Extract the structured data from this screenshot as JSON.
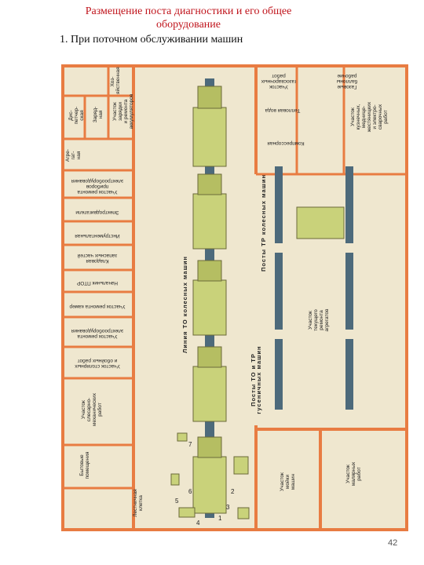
{
  "title": "Размещение поста диагностики и его общее\nоборудование",
  "subtitle": "1. При поточном обслуживании машин",
  "page_number": "42",
  "colors": {
    "wall": "#e87c42",
    "floor": "#efe7cf",
    "vehicle": "#c9d27a",
    "conveyor": "#4d6a7b"
  },
  "rooms_left": [
    "Хоз-\nяйственная",
    "Дис-\nпетчер-\nская",
    "Заряд-\nная",
    "Участок\nзарядки\nи ремонта\nаккумуляторов",
    "Агре-\nгат-\nная",
    "Участок ремонта\nприборов\nэлектрооборудования",
    "Электродвигатели",
    "Инструментальная",
    "Кладовая\nзапасных частей",
    "Начальник ПТОР",
    "Участок ремонта камер",
    "Участок ремонта\nэлектрооборудования",
    "Участок столярных\nи обойных работ",
    "Участок\nслесарно-\nмеханических\nработ",
    "Бытовые\nпомещения",
    "Лестничная\nклетка"
  ],
  "rooms_right": [
    "Участок\nгазосварочных\nработ",
    "Газовые\nбаллоны\nрабочие",
    "Тепловая вода",
    "Участок\nкузнечных,\nмеднице-\nжестяницких\nи электро-\nсварочных\nработ",
    "Компрессорная",
    "Посты ТР колесных машин",
    "Участок\nтекущего\nремонта\nагрегатов",
    "Посты ТО и ТР\nгусеничных машин",
    "Участок\nмойки\nмашин",
    "Участок\nмалярных\nработ"
  ],
  "line_label": "Линия ТО колесных машин",
  "equipment_numbers": [
    "1",
    "2",
    "3",
    "4",
    "5",
    "6",
    "7"
  ]
}
